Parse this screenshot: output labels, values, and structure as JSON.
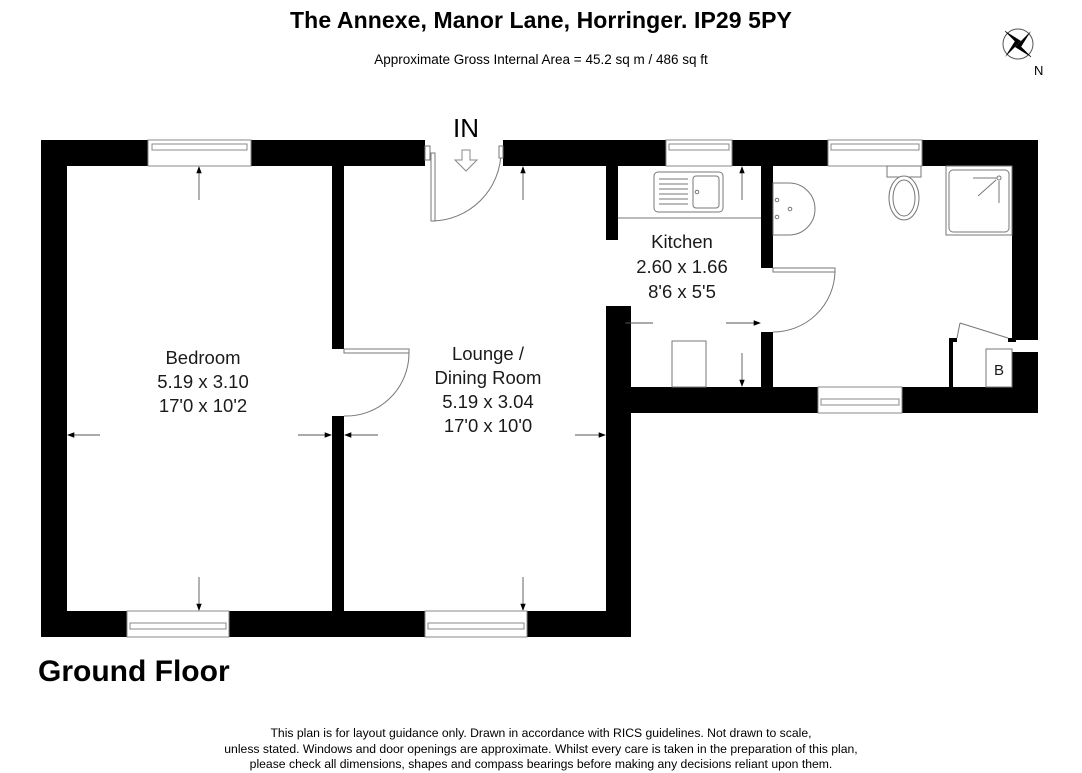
{
  "header": {
    "title": "The Annexe, Manor Lane, Horringer. IP29 5PY",
    "area": "Approximate Gross Internal Area = 45.2 sq m / 486 sq ft"
  },
  "compass": {
    "label": "N",
    "icon": "compass-rose-icon"
  },
  "entrance": {
    "label": "IN",
    "icon": "entrance-arrow-icon"
  },
  "rooms": {
    "bedroom": {
      "name": "Bedroom",
      "metric": "5.19 x 3.10",
      "imperial": "17'0 x 10'2"
    },
    "lounge": {
      "name_line1": "Lounge /",
      "name_line2": "Dining Room",
      "metric": "5.19 x 3.04",
      "imperial": "17'0 x 10'0"
    },
    "kitchen": {
      "name": "Kitchen",
      "metric": "2.60 x 1.66",
      "imperial": "8'6 x 5'5"
    },
    "boiler": {
      "label": "B"
    }
  },
  "floor": {
    "label": "Ground Floor"
  },
  "disclaimer": {
    "line1": "This plan is for layout guidance only. Drawn in accordance with RICS guidelines. Not drawn to scale,",
    "line2": "unless stated. Windows and door openings are approximate. Whilst every care is taken in the preparation of this plan,",
    "line3": "please check all dimensions, shapes and compass bearings before making any decisions reliant upon them."
  },
  "colors": {
    "wall": "#000000",
    "line": "#6e6e6e",
    "background": "#ffffff"
  }
}
